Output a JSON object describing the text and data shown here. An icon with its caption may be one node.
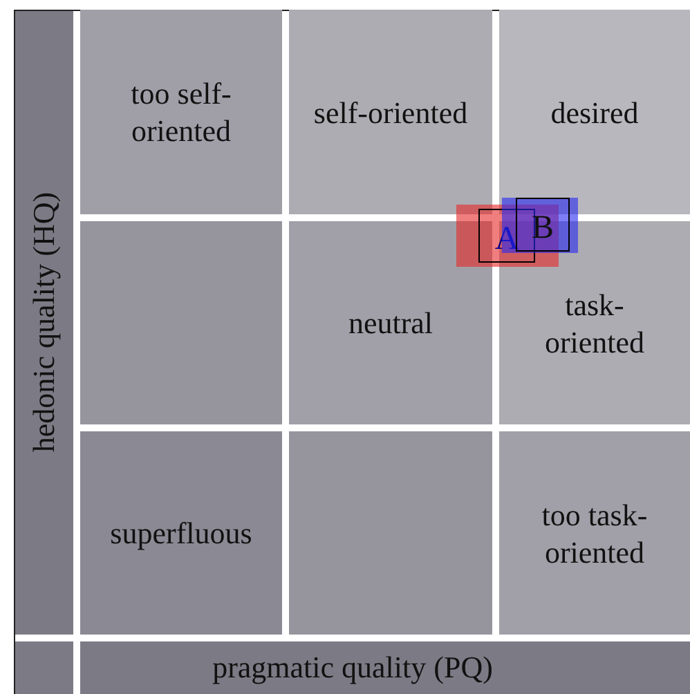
{
  "diagram": {
    "nodes": [
      {
        "text": [
          "too self-oriented"
        ]
      },
      {
        "text": [
          "self-oriented"
        ]
      },
      {
        "text": [
          "desired"
        ]
      },
      {
        "text": [],
        "shape": "box"
      },
      {
        "text": [
          "neutral"
        ]
      },
      {
        "text": [
          "task-oriented"
        ]
      },
      {
        "text": [
          "superfluous"
        ]
      },
      {
        "text": [],
        "shape": "box"
      },
      {
        "text": [
          "too task-oriented"
        ]
      },
      {
        "text": [
          "A"
        ]
      },
      {
        "text": [
          "B"
        ]
      }
    ],
    "labels": [
      "hedonic quality (HQ)",
      "pragmatic quality (PQ)"
    ]
  }
}
